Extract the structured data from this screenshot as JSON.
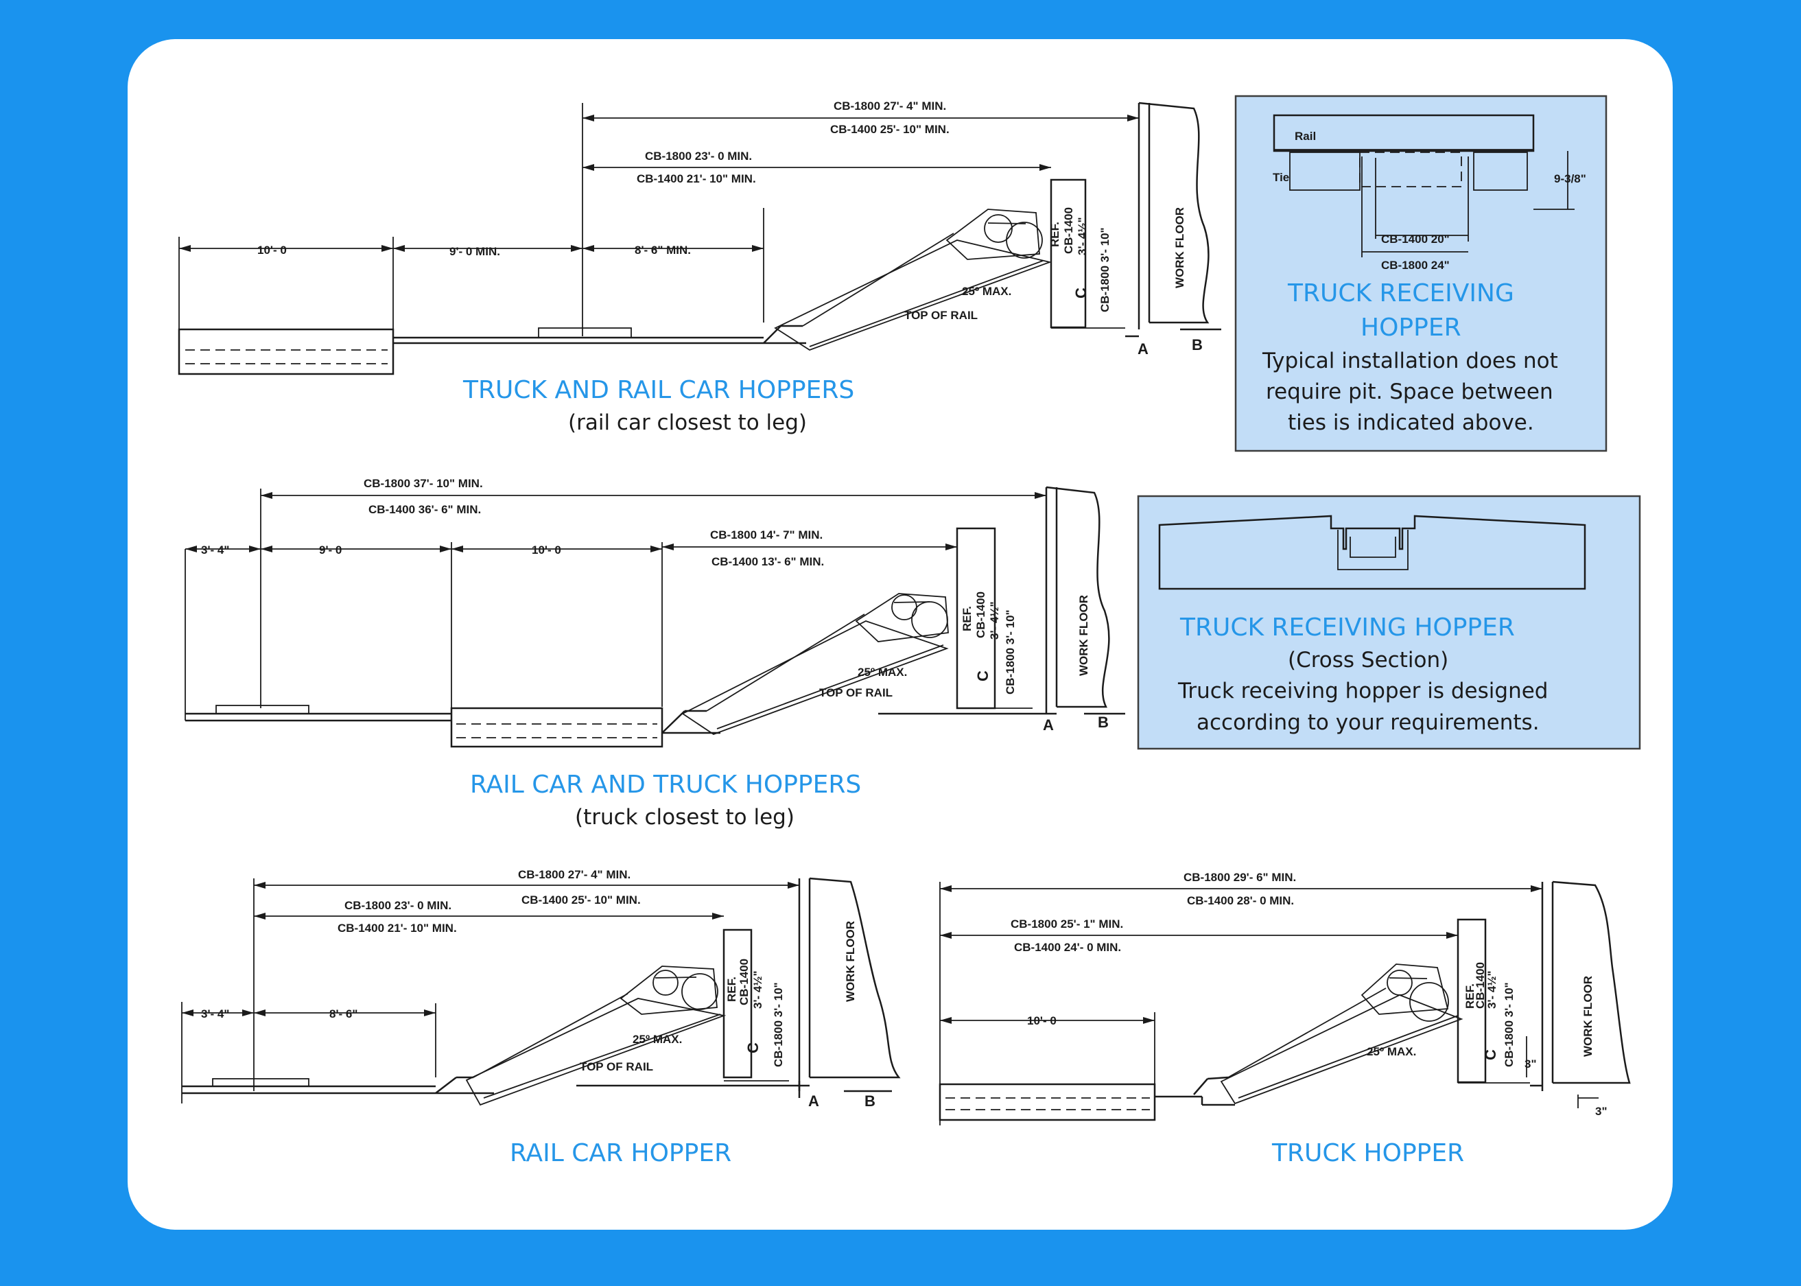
{
  "background_color": "#1a93ee",
  "card_color": "#ffffff",
  "title_color": "#2596e8",
  "panel_color": "#c2ddf7",
  "common": {
    "ref": "REF.",
    "top_of_rail": "TOP OF RAIL",
    "max_angle": "25º MAX.",
    "work_floor": "WORK FLOOR",
    "a": "A",
    "b": "B",
    "c": "C",
    "cb1400_label": "CB-1400",
    "cb1400_height": "3'- 4½\"",
    "cb1800_height": "CB-1800 3'- 10\""
  },
  "diagram1": {
    "title": "TRUCK AND RAIL CAR HOPPERS",
    "subtitle": "(rail car closest to leg)",
    "dim_top_1800": "CB-1800 27'- 4\" MIN.",
    "dim_top_1400": "CB-1400 25'- 10\" MIN.",
    "dim_mid_1800": "CB-1800 23'- 0 MIN.",
    "dim_mid_1400": "CB-1400 21'- 10\" MIN.",
    "dim_seg_1": "10'- 0",
    "dim_seg_2": "9'- 0 MIN.",
    "dim_seg_3": "8'- 6\" MIN."
  },
  "diagram2": {
    "title": "RAIL CAR AND TRUCK HOPPERS",
    "subtitle": "(truck  closest to leg)",
    "dim_top_1800": "CB-1800 37'- 10\" MIN.",
    "dim_top_1400": "CB-1400 36'- 6\" MIN.",
    "dim_mid_1800": "CB-1800 14'- 7\" MIN.",
    "dim_mid_1400": "CB-1400 13'- 6\" MIN.",
    "dim_seg_1": "3'- 4\"",
    "dim_seg_2": "9'- 0",
    "dim_seg_3": "10'- 0"
  },
  "diagram3": {
    "title": "RAIL CAR HOPPER",
    "dim_top_1800": "CB-1800 27'- 4\" MIN.",
    "dim_top_1400": "CB-1400 25'- 10\" MIN.",
    "dim_mid_1800": "CB-1800 23'- 0 MIN.",
    "dim_mid_1400": "CB-1400 21'- 10\" MIN.",
    "dim_seg_1": "3'- 4\"",
    "dim_seg_2": "8'- 6\""
  },
  "diagram4": {
    "title": "TRUCK HOPPER",
    "dim_top_1800": "CB-1800 29'- 6\" MIN.",
    "dim_top_1400": "CB-1400 28'- 0 MIN.",
    "dim_mid_1800": "CB-1800 25'- 1\" MIN.",
    "dim_mid_1400": "CB-1400 24'- 0 MIN.",
    "dim_seg_1": "10'- 0",
    "dim_3in": "3\""
  },
  "panel1": {
    "title_line1": "TRUCK RECEIVING",
    "title_line2": "HOPPER",
    "caption_line1": "Typical installation does not",
    "caption_line2": "require pit.  Space between",
    "caption_line3": "ties is indicated above.",
    "rail": "Rail",
    "tie": "Tie",
    "height": "9-3/8\"",
    "cb1400": "CB-1400 20\"",
    "cb1800": "CB-1800 24\""
  },
  "panel2": {
    "title": "TRUCK RECEIVING HOPPER",
    "subtitle": "(Cross Section)",
    "caption_line1": "Truck receiving hopper is designed",
    "caption_line2": "according to your requirements."
  }
}
